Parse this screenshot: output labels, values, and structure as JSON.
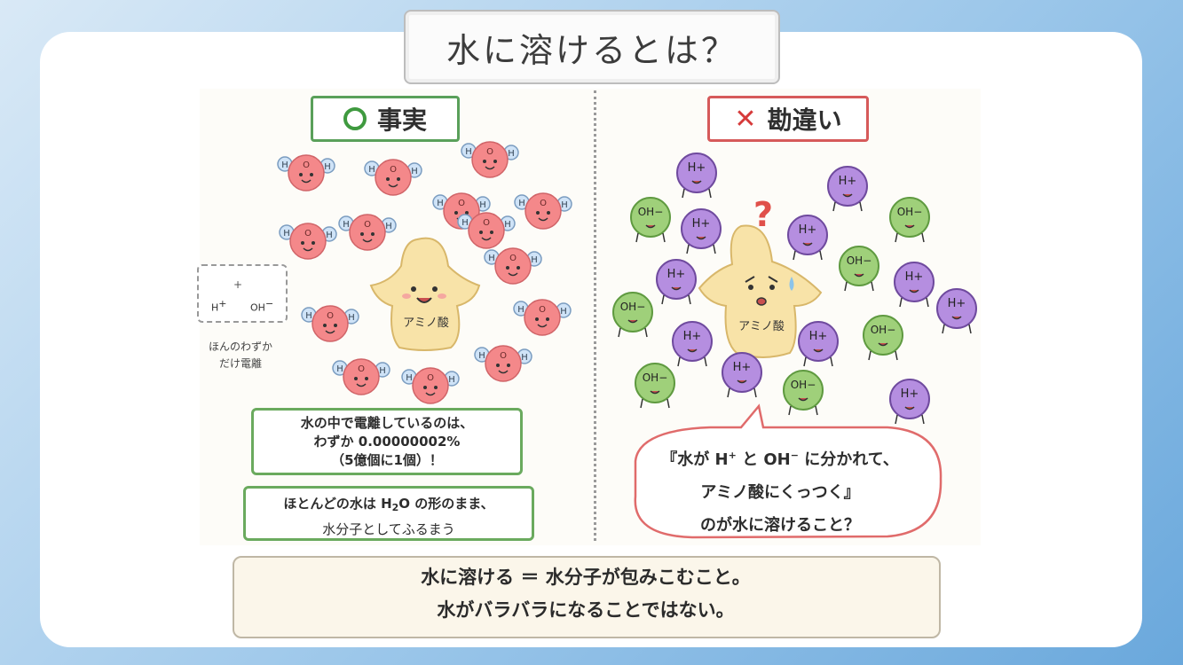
{
  "title": "水に溶けるとは？",
  "fact": {
    "header": "事実",
    "amino_label": "アミノ酸",
    "ion_legend": {
      "h": "H",
      "h_sup": "+",
      "oh": "OH",
      "oh_sup": "−",
      "plus": "+"
    },
    "ion_caption_1": "ほんのわずか",
    "ion_caption_2": "だけ電離",
    "note1_line1": "水の中で電離しているのは、",
    "note1_line2": "わずか 0.00000002%",
    "note1_line3": "（5億個に1個）！",
    "note2_line1_a": "ほとんどの水は H",
    "note2_line1_sub": "2",
    "note2_line1_b": "O の形のまま、",
    "note2_line2": "水分子としてふるまう",
    "water_h": "H",
    "water_o": "O"
  },
  "wrong": {
    "header": "勘違い",
    "amino_label": "アミノ酸",
    "question": "?",
    "h_ion": "H+",
    "oh_ion": "OH−",
    "bubble_line1_a": "『水が H",
    "bubble_line1_sup1": "+",
    "bubble_line1_b": " と OH",
    "bubble_line1_sup2": "−",
    "bubble_line1_c": " に分かれて、",
    "bubble_line2": "アミノ酸にくっつく』",
    "bubble_line3": "のが水に溶けること？"
  },
  "bottom": {
    "line1": "水に溶ける ＝ 水分子が包みこむこと。",
    "line2": "水がバラバラになることではない。"
  },
  "colors": {
    "water_red": "#f4888a",
    "hydrogen_blue": "#cfe3f7",
    "h_ion_purple": "#b58ee0",
    "oh_ion_green": "#9fd07a",
    "amino_yellow": "#f8e3a8",
    "fact_green": "#5aa05a",
    "wrong_red": "#d65a5a"
  }
}
